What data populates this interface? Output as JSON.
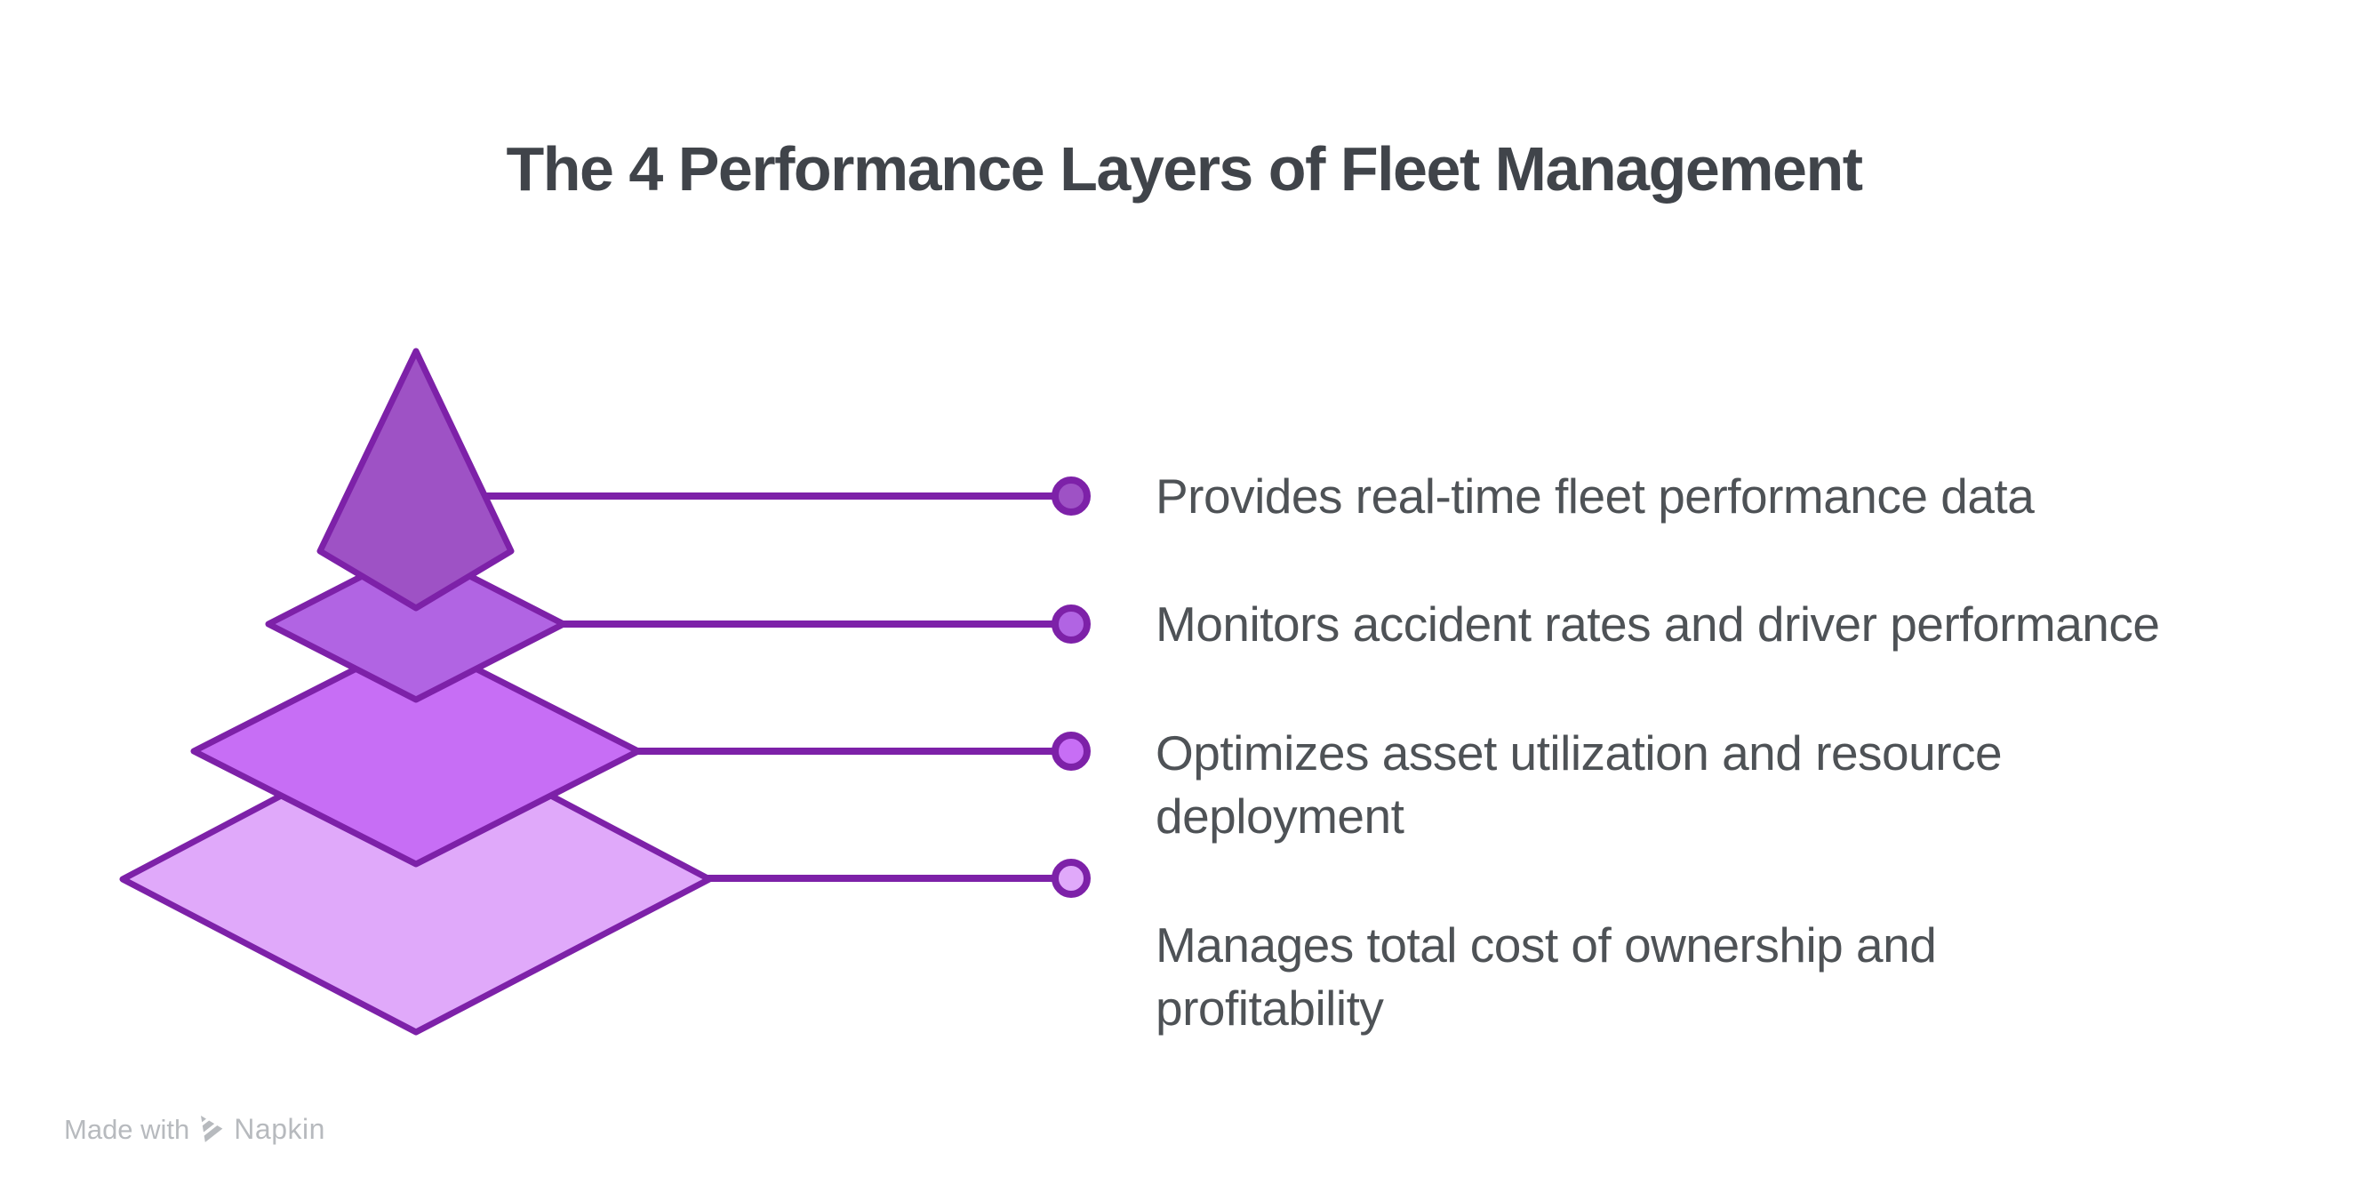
{
  "title": "The 4 Performance Layers of Fleet Management",
  "diagram": {
    "type": "layered-pyramid",
    "stroke_color": "#7d21a8",
    "label_text_color": "#4e5256",
    "title_text_color": "#40444a",
    "layers": [
      {
        "rank": 1,
        "label": "Provides real-time fleet performance data",
        "fill": "#9e52c5"
      },
      {
        "rank": 2,
        "label": "Monitors accident rates and driver performance",
        "fill": "#b164e3"
      },
      {
        "rank": 3,
        "label": "Optimizes asset utilization and resource deployment",
        "fill": "#c76ef5"
      },
      {
        "rank": 4,
        "label": "Manages total cost of ownership and profitability",
        "fill": "#e0a9fa"
      }
    ]
  },
  "watermark": {
    "prefix": "Made with",
    "brand": "Napkin",
    "color": "#b7babe"
  }
}
